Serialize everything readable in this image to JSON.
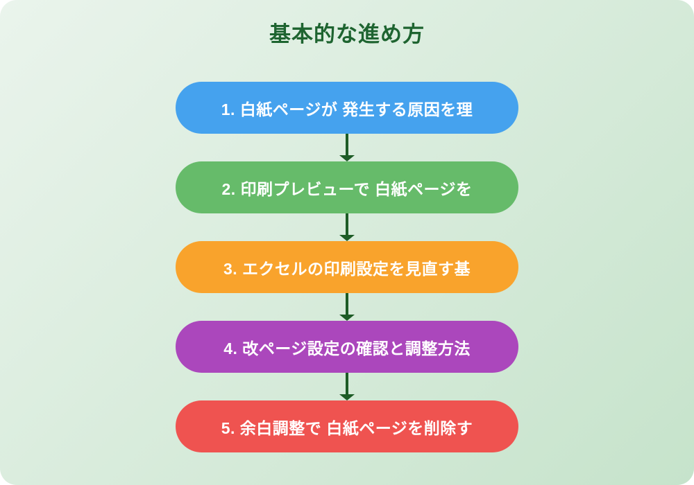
{
  "title": "基本的な進め方",
  "theme": {
    "background_gradient_start": "#eaf4ec",
    "background_gradient_end": "#c6e3cb",
    "title_color": "#1e6430",
    "arrow_color": "#1d5c26",
    "step_text_color": "#ffffff"
  },
  "steps": [
    {
      "label": "1. 白紙ページが 発生する原因を理",
      "color": "#45a2ee"
    },
    {
      "label": "2. 印刷プレビューで 白紙ページを",
      "color": "#66bb6a"
    },
    {
      "label": "3. エクセルの印刷設定を見直す基",
      "color": "#f9a32c"
    },
    {
      "label": "4. 改ページ設定の確認と調整方法",
      "color": "#ab47bc"
    },
    {
      "label": "5. 余白調整で 白紙ページを削除す",
      "color": "#ef5350"
    }
  ]
}
